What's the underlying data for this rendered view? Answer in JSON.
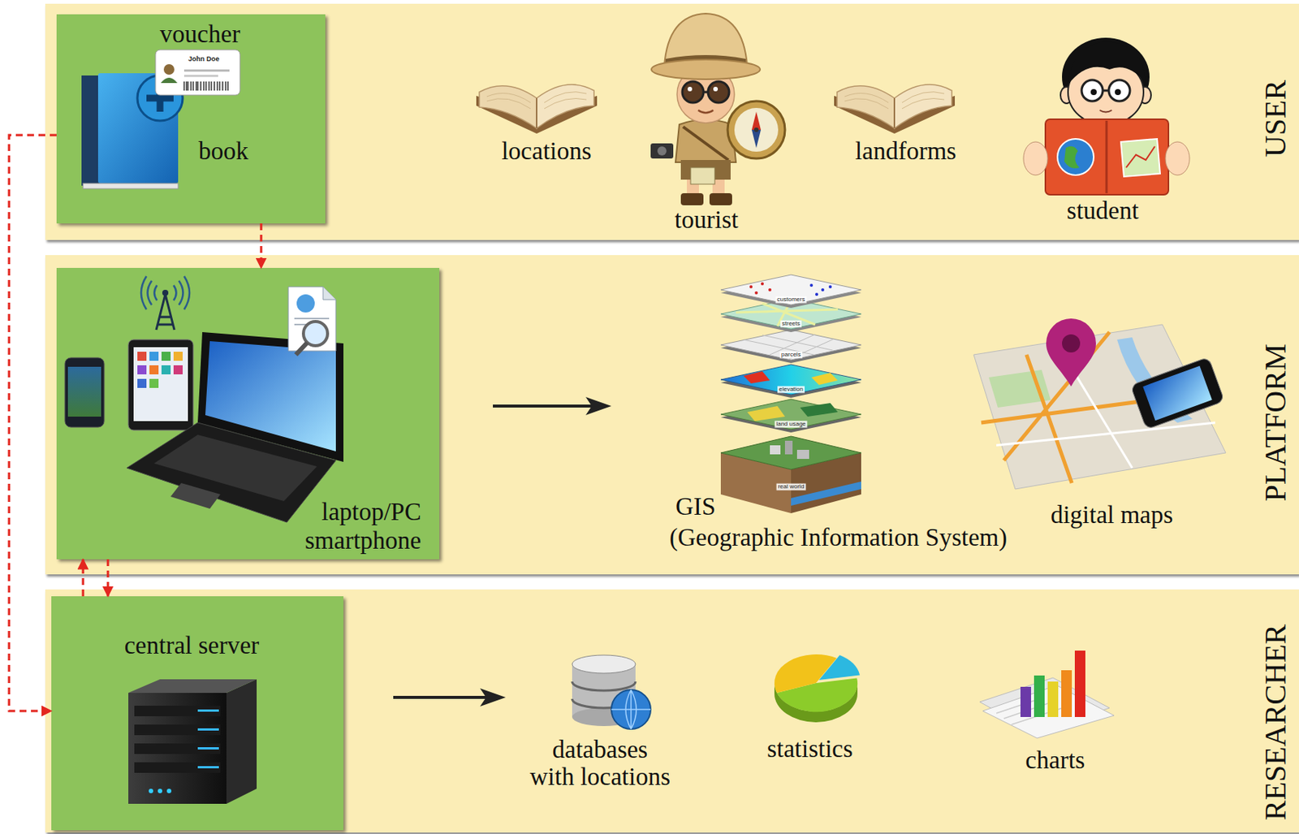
{
  "diagram": {
    "nodes": [
      {
        "text": [
          "USER"
        ]
      },
      {
        "text": [
          "voucher",
          "book"
        ],
        "in": 0
      },
      {
        "text": [
          "PLATFORM"
        ]
      },
      {
        "text": [
          "laptop/PC smartphone"
        ],
        "in": 2
      },
      {
        "text": [
          "RESEARCHER"
        ]
      },
      {
        "text": [
          "central server"
        ],
        "in": 4
      }
    ],
    "edges": [
      {
        "from": 1,
        "to": 3,
        "arrow": "to"
      },
      {
        "from": 1,
        "to": 5,
        "arrow": "to"
      },
      {
        "from": 5,
        "to": 3,
        "arrow": "to"
      },
      {
        "from": 3,
        "to": 5,
        "arrow": "to"
      }
    ],
    "labels": [
      "John Doe",
      "locations",
      "tourist",
      "landforms",
      "student",
      "GIS",
      "(Geographic Information System)",
      "customers",
      "streets",
      "parcels",
      "elevation",
      "land usage",
      "real world",
      "digital maps",
      "databases with locations",
      "statistics",
      "charts"
    ]
  }
}
